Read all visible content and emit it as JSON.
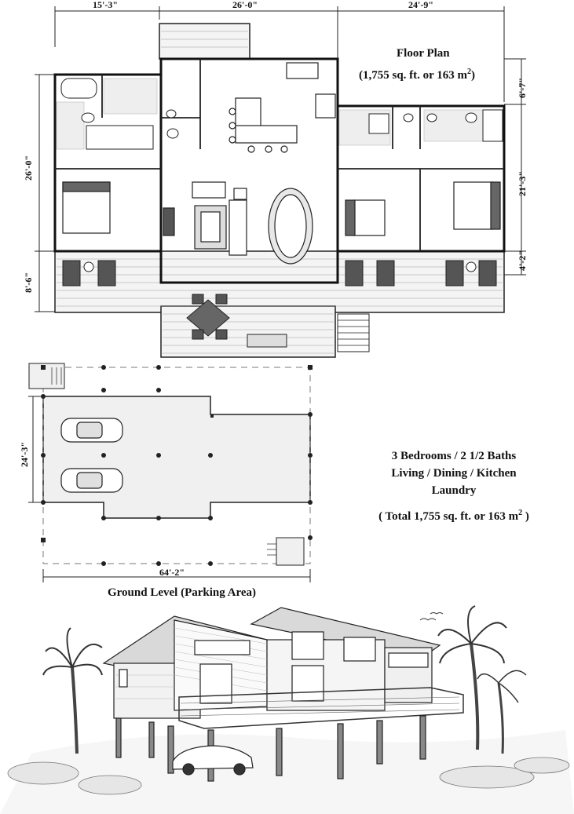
{
  "floor_plan": {
    "title": "Floor Plan",
    "area": "(1,755 sq. ft. or 163 m",
    "area_sup": "2",
    "area_close": ")",
    "dims_top": [
      "15'-3\"",
      "26'-0\"",
      "24'-9\""
    ],
    "dims_left": [
      "26'-0\"",
      "8'-6\""
    ],
    "dims_right": [
      "6'-7\"",
      "21'-3\"",
      "4'-2\""
    ]
  },
  "ground_level": {
    "title": "Ground Level (Parking Area)",
    "dim_width": "64'-2\"",
    "dim_height": "24'-3\""
  },
  "summary": {
    "line1": "3 Bedrooms / 2 1/2 Baths",
    "line2": "Living / Dining / Kitchen",
    "line3": "Laundry",
    "line4": "( Total 1,755 sq. ft. or 163 m",
    "line4_sup": "2",
    "line4_close": " )"
  }
}
